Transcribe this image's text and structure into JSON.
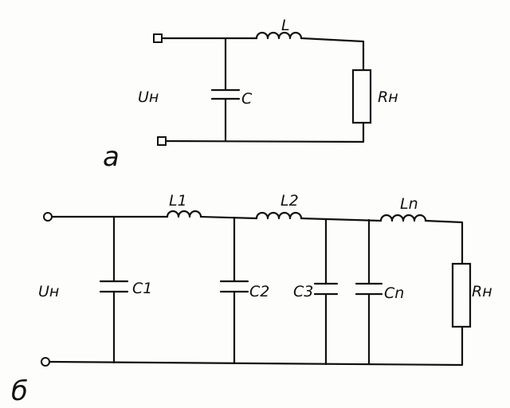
{
  "labels": {
    "a": {
      "L": "L",
      "C": "C",
      "U": "Uн",
      "R": "Rн",
      "caption": "a"
    },
    "b": {
      "L1": "L1",
      "L2": "L2",
      "Ln": "Ln",
      "C1": "C1",
      "C2": "C2",
      "C3": "C3",
      "Cn": "Cn",
      "U": "Uн",
      "R": "Rн",
      "caption": "б"
    }
  }
}
